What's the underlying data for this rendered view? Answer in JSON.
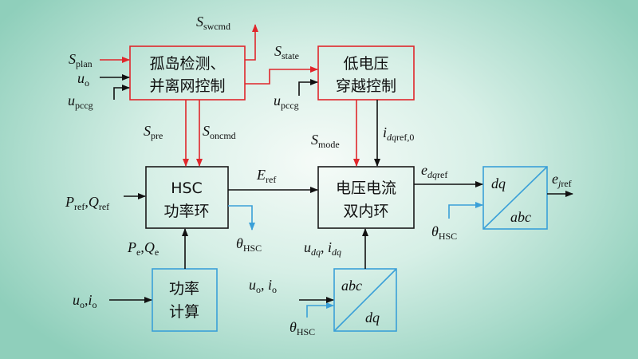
{
  "blocks": {
    "islanding": {
      "line1": "孤岛检测、",
      "line2": "并离网控制"
    },
    "lvrt": {
      "line1": "低电压",
      "line2": "穿越控制"
    },
    "hsc": {
      "line1": "HSC",
      "line2": "功率环"
    },
    "voltage_current": {
      "line1": "电压电流",
      "line2": "双内环"
    },
    "power_calc": {
      "line1": "功率",
      "line2": "计算"
    },
    "transform_dq_abc": {
      "top": "dq",
      "bottom": "abc"
    },
    "transform_abc_dq": {
      "top": "abc",
      "bottom": "dq"
    }
  },
  "signals": {
    "s_plan": {
      "base": "S",
      "sub": "plan"
    },
    "u_o": {
      "base": "u",
      "sub": "o"
    },
    "u_pccg_left": {
      "base": "u",
      "sub": "pccg"
    },
    "s_swcmd": {
      "base": "S",
      "sub": "swcmd"
    },
    "s_state": {
      "base": "S",
      "sub": "state"
    },
    "u_pccg_lvrt": {
      "base": "u",
      "sub": "pccg"
    },
    "s_pre": {
      "base": "S",
      "sub": "pre"
    },
    "s_oncmd": {
      "base": "S",
      "sub": "oncmd"
    },
    "s_mode": {
      "base": "S",
      "sub": "mode"
    },
    "i_dqref0": {
      "base": "i",
      "sub_italic": "dq",
      "sub_rest": "ref,0"
    },
    "p_ref_q_ref": {
      "p": "P",
      "p_sub": "ref",
      "sep": ",",
      "q": "Q",
      "q_sub": "ref"
    },
    "e_ref": {
      "base": "E",
      "sub": "ref"
    },
    "e_dqref": {
      "base": "e",
      "sub_italic": "dq",
      "sub_rest": "ref"
    },
    "e_jref": {
      "base": "e",
      "sub_italic": "j",
      "sub_rest": "ref"
    },
    "theta_hsc_top": {
      "base": "θ",
      "sub": "HSC"
    },
    "theta_hsc_right": {
      "base": "θ",
      "sub": "HSC"
    },
    "p_e_q_e": {
      "p": "P",
      "p_sub": "e",
      "sep": ",",
      "q": "Q",
      "q_sub": "e"
    },
    "u_dq_i_dq": {
      "u": "u",
      "u_sub": "dq",
      "sep": ", ",
      "i": "i",
      "i_sub": "dq"
    },
    "u_o_i_o_left": {
      "u": "u",
      "u_sub": "o",
      "sep": ",",
      "i": "i",
      "i_sub": "o"
    },
    "u_o_i_o_bottom": {
      "u": "u",
      "u_sub": "o",
      "sep": ", ",
      "i": "i",
      "i_sub": "o"
    },
    "theta_hsc_bottom": {
      "base": "θ",
      "sub": "HSC"
    }
  },
  "colors": {
    "control_signal": "#e0262b",
    "angle_signal": "#3aa0d8",
    "main_signal": "#111111"
  }
}
